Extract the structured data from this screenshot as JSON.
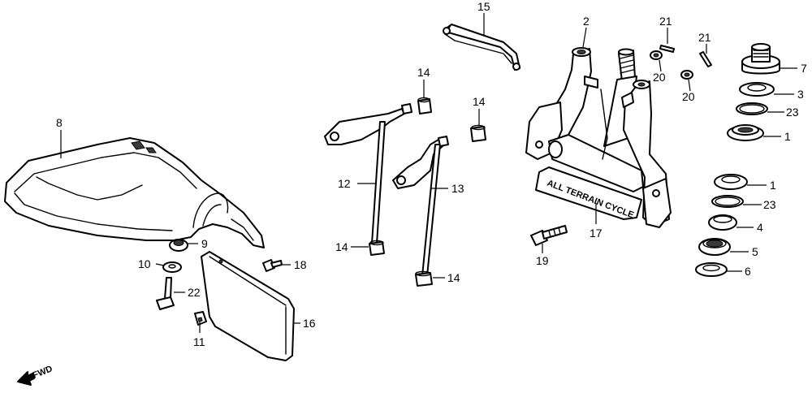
{
  "frame_decal_text": "ALL TERRAIN CYCLE",
  "fwd_label": "FWD",
  "callouts": {
    "c1a": "1",
    "c1b": "1",
    "c2": "2",
    "c3": "3",
    "c4": "4",
    "c5": "5",
    "c6": "6",
    "c7": "7",
    "c8": "8",
    "c9": "9",
    "c10": "10",
    "c11": "11",
    "c12": "12",
    "c13": "13",
    "c14a": "14",
    "c14b": "14",
    "c14c": "14",
    "c14d": "14",
    "c15": "15",
    "c16": "16",
    "c17": "17",
    "c18": "18",
    "c19": "19",
    "c20a": "20",
    "c20b": "20",
    "c21a": "21",
    "c21b": "21",
    "c22": "22",
    "c23a": "23",
    "c23b": "23"
  }
}
